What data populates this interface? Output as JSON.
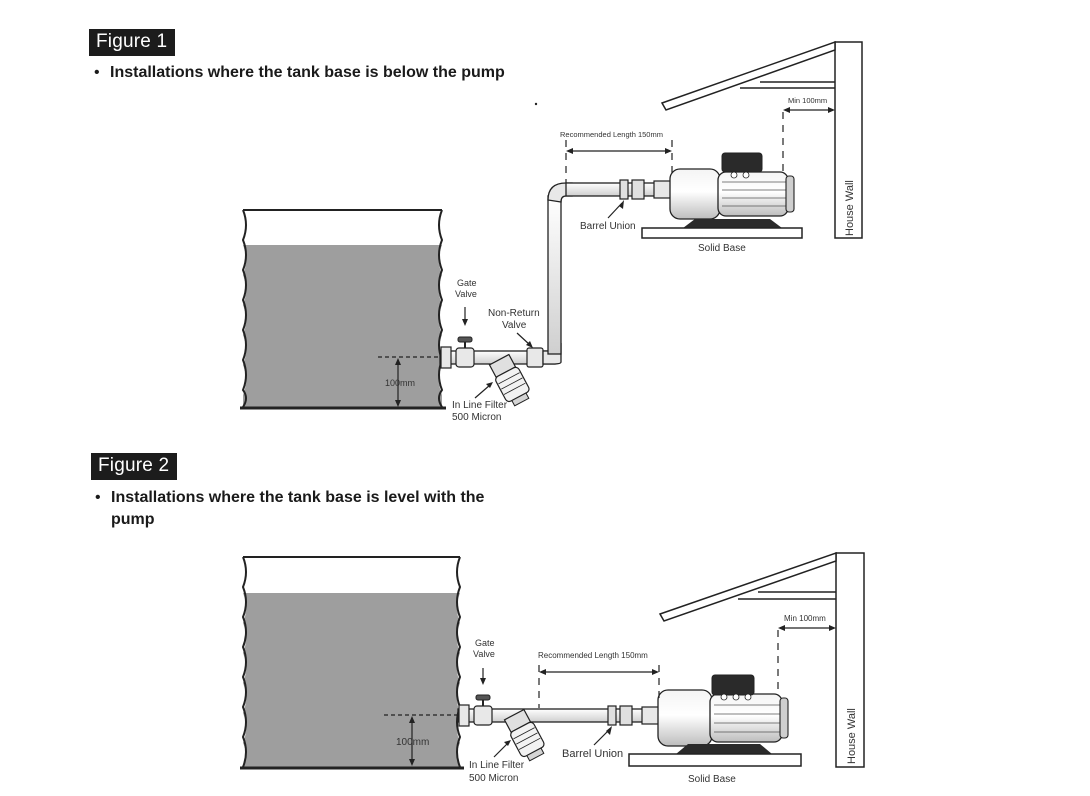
{
  "figures": [
    {
      "tag": "Figure 1",
      "bullet": "Installations where the tank base is below the pump",
      "labels": {
        "recommended_length": "Recommended Length 150mm",
        "min_clearance": "Min 100mm",
        "house_wall": "House Wall",
        "barrel_union": "Barrel Union",
        "solid_base": "Solid Base",
        "gate_valve_1": "Gate",
        "gate_valve_2": "Valve",
        "non_return_1": "Non-Return",
        "non_return_2": "Valve",
        "tank_height": "100mm",
        "filter_1": "In Line Filter",
        "filter_2": "500 Micron"
      }
    },
    {
      "tag": "Figure 2",
      "bullet": "Installations where the tank base is level with the pump",
      "labels": {
        "recommended_length": "Recommended Length 150mm",
        "min_clearance": "Min 100mm",
        "house_wall": "House Wall",
        "barrel_union": "Barrel Union",
        "solid_base": "Solid Base",
        "gate_valve_1": "Gate",
        "gate_valve_2": "Valve",
        "tank_height": "100mm",
        "filter_1": "In Line Filter",
        "filter_2": "500 Micron"
      }
    }
  ]
}
